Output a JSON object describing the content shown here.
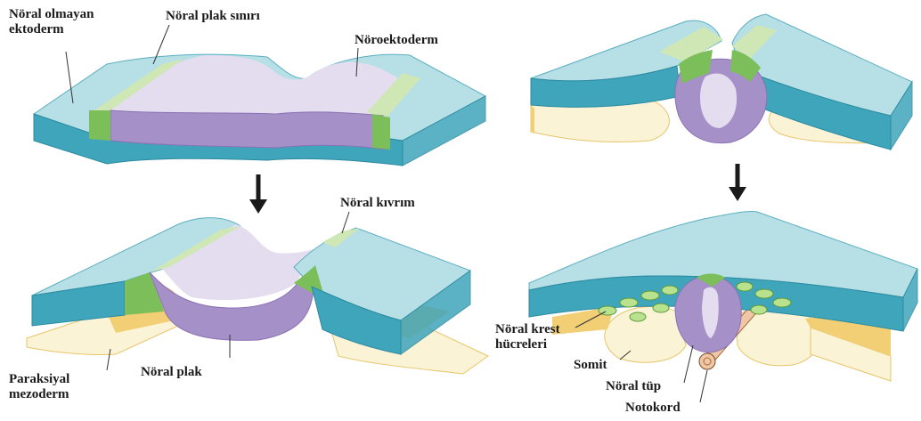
{
  "colors": {
    "ectoderm_top": "#b7dfe6",
    "ectoderm_side": "#3fa5bb",
    "neural_top": "#e4ddf0",
    "neural_side": "#a690c8",
    "border_top": "#cfe7b5",
    "border_side": "#7cbf5a",
    "mesoderm_top": "#fbf3d6",
    "mesoderm_side": "#f2cf74",
    "crest": "#b9e28e",
    "notochord": "#f0c7a5",
    "arrow": "#1a1a1a"
  },
  "labels": {
    "noral_olmayan_ektoderm": "Nöral olmayan ektoderm",
    "noral_plak_siniri": "Nöral plak sınırı",
    "noroektoderm": "Nöroektoderm",
    "noral_kivrim": "Nöral kıvrım",
    "paraksiyal_mezoderm": "Paraksiyal mezoderm",
    "noral_plak": "Nöral plak",
    "noral_krest_hucreleri": "Nöral krest hücreleri",
    "somit": "Somit",
    "noral_tup": "Nöral tüp",
    "notokord": "Notokord"
  }
}
